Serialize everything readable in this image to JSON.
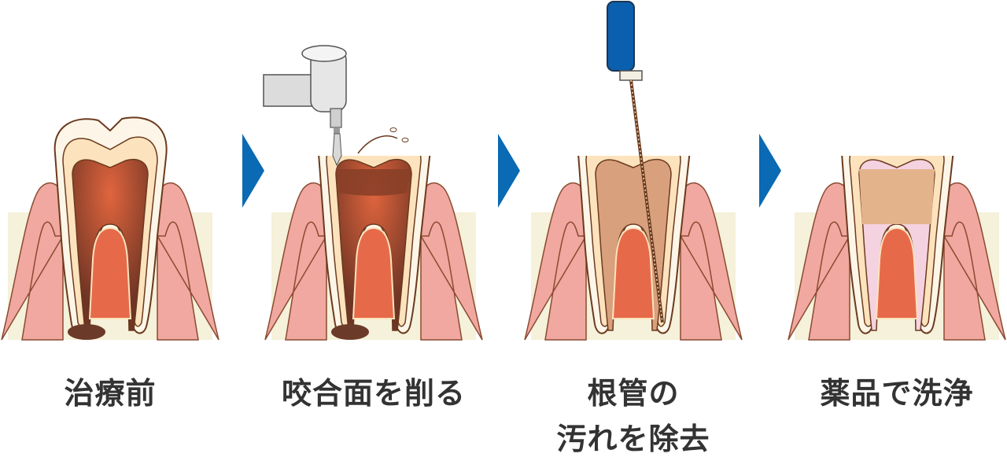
{
  "steps": [
    {
      "label": "治療前"
    },
    {
      "label": "咬合面を削る"
    },
    {
      "label_line1": "根管の",
      "label_line2": "汚れを除去"
    },
    {
      "label": "薬品で洗浄"
    }
  ],
  "colors": {
    "arrow": "#0a6ab4",
    "gum": "#f0a8a0",
    "bone": "#f5f1da",
    "enamel": "#fdf6e8",
    "dentin": "#fde3bd",
    "pulp_infected": "#8a3f28",
    "outline": "#6b3a1e"
  }
}
